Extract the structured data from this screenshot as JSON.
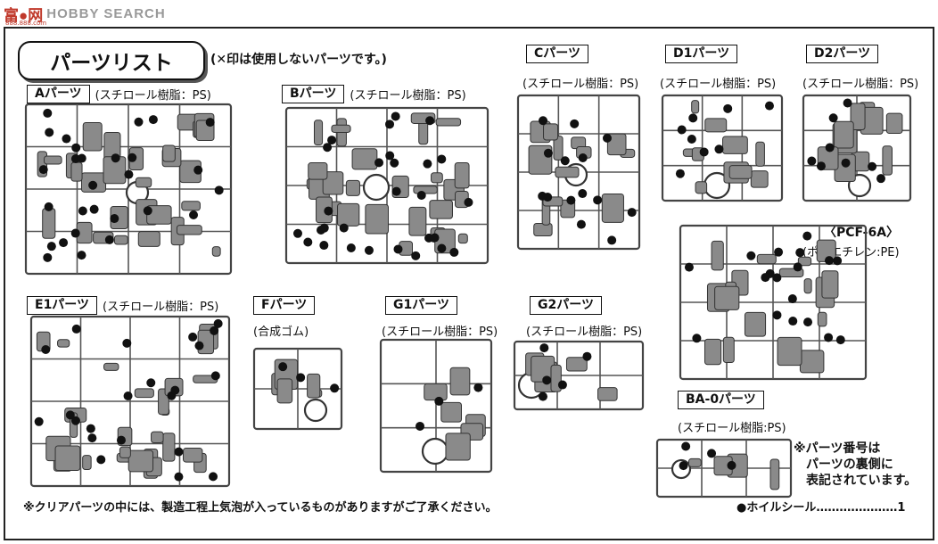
{
  "watermark": {
    "logo": "富●网",
    "text": "HOBBY SEARCH",
    "url": "888.888.com"
  },
  "title": "パーツリスト",
  "note": "(✕印は使用しないパーツです。)",
  "runners": {
    "A": {
      "name": "Aパーツ",
      "material": "(スチロール樹脂：PS)"
    },
    "B": {
      "name": "Bパーツ",
      "material": "(スチロール樹脂：PS)"
    },
    "C": {
      "name": "Cパーツ",
      "material": "(スチロール樹脂：PS)"
    },
    "D1": {
      "name": "D1パーツ",
      "material": "(スチロール樹脂：PS)"
    },
    "D2": {
      "name": "D2パーツ",
      "material": "(スチロール樹脂：PS)"
    },
    "E1": {
      "name": "E1パーツ",
      "material": "(スチロール樹脂：PS)"
    },
    "F": {
      "name": "Fパーツ",
      "material": "(合成ゴム)"
    },
    "G1": {
      "name": "G1パーツ",
      "material": "(スチロール樹脂：PS)"
    },
    "G2": {
      "name": "G2パーツ",
      "material": "(スチロール樹脂：PS)"
    },
    "PCF": {
      "name": "〈PCF-6A〉",
      "material": "(ポリエチレン:PE)"
    },
    "BA0": {
      "name": "BA-0パーツ",
      "material": "(スチロール樹脂:PS)"
    }
  },
  "part_number_note": {
    "line1": "※パーツ番号は",
    "line2": "パーツの裏側に",
    "line3": "表記されています。"
  },
  "footnote": "※クリアパーツの中には、製造工程上気泡が入っているものがありますがご了承ください。",
  "wheel_seal": "●ホイルシール…………………1"
}
